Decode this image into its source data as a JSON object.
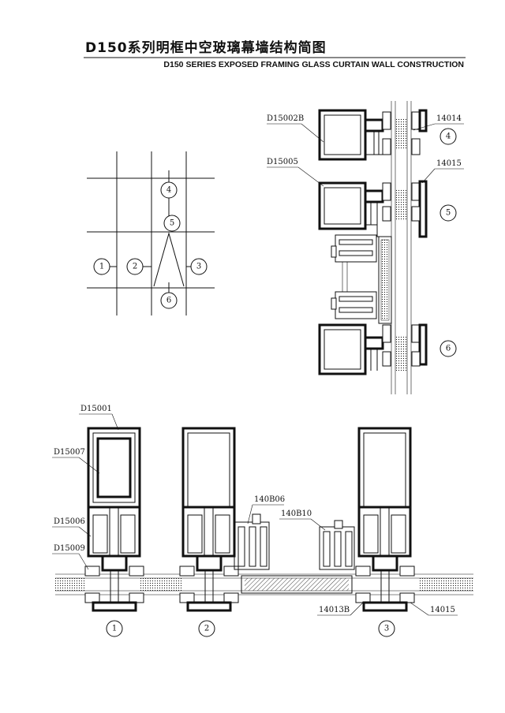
{
  "title": {
    "main": "D150系列明框中空玻璃幕墙结构简图",
    "english": "D150 SERIES EXPOSED FRAMING GLASS CURTAIN WALL CONSTRUCTION"
  },
  "grid_markers": [
    "1",
    "2",
    "3",
    "4",
    "5",
    "6"
  ],
  "part_labels": {
    "d15002b": "D15002B",
    "d15005": "D15005",
    "p14014": "14014",
    "p14015_top": "14015",
    "d15001": "D15001",
    "d15007": "D15007",
    "d15006": "D15006",
    "d15009": "D15009",
    "p140b06": "140B06",
    "p140b10": "140B10",
    "p14013b": "14013B",
    "p14015_bottom": "14015"
  },
  "section_markers": {
    "right_4": "4",
    "right_5": "5",
    "right_6": "6",
    "bottom_1": "1",
    "bottom_2": "2",
    "bottom_3": "3"
  }
}
